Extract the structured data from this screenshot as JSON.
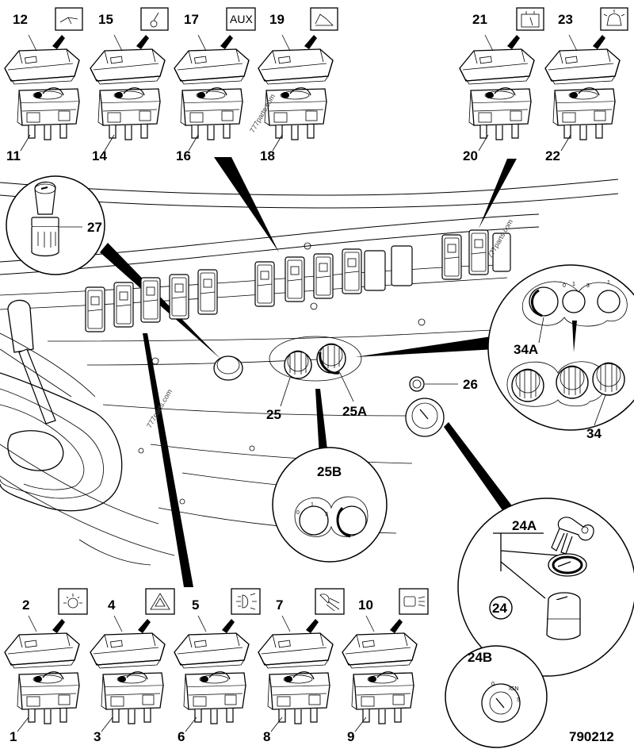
{
  "figure_id": "790212",
  "watermark": "777parts.com",
  "top_switches": [
    {
      "cap": "12",
      "body": "11",
      "icon": "lift-arm-icon"
    },
    {
      "cap": "15",
      "body": "14",
      "icon": "joystick-icon"
    },
    {
      "cap": "17",
      "body": "16",
      "icon_text": "AUX"
    },
    {
      "cap": "19",
      "body": "18",
      "icon": "tilt-bucket-icon"
    },
    {
      "cap": "21",
      "body": "20",
      "icon": "gauge-icon"
    },
    {
      "cap": "23",
      "body": "22",
      "icon": "beacon-icon"
    }
  ],
  "bottom_switches": [
    {
      "cap": "2",
      "body": "1",
      "icon": "work-light-icon"
    },
    {
      "cap": "4",
      "body": "3",
      "icon": "hazard-icon"
    },
    {
      "cap": "5",
      "body": "6",
      "icon": "headlight-icon"
    },
    {
      "cap": "7",
      "body": "8",
      "icon": "floodlight-icon"
    },
    {
      "cap": "10",
      "body": "9",
      "icon": "rear-light-icon"
    }
  ],
  "callouts": {
    "c27": "27",
    "c26": "26",
    "c25": "25",
    "c25a": "25A",
    "c25b": "25B",
    "c34": "34",
    "c34a": "34A",
    "c24": "24",
    "c24a": "24A",
    "c24b": "24B"
  },
  "dial_marks": {
    "pos0": "0",
    "pos12": "1",
    "pos3": "3",
    "ign_off": "0",
    "ign_on": "IGN",
    "ign_start": "S"
  }
}
